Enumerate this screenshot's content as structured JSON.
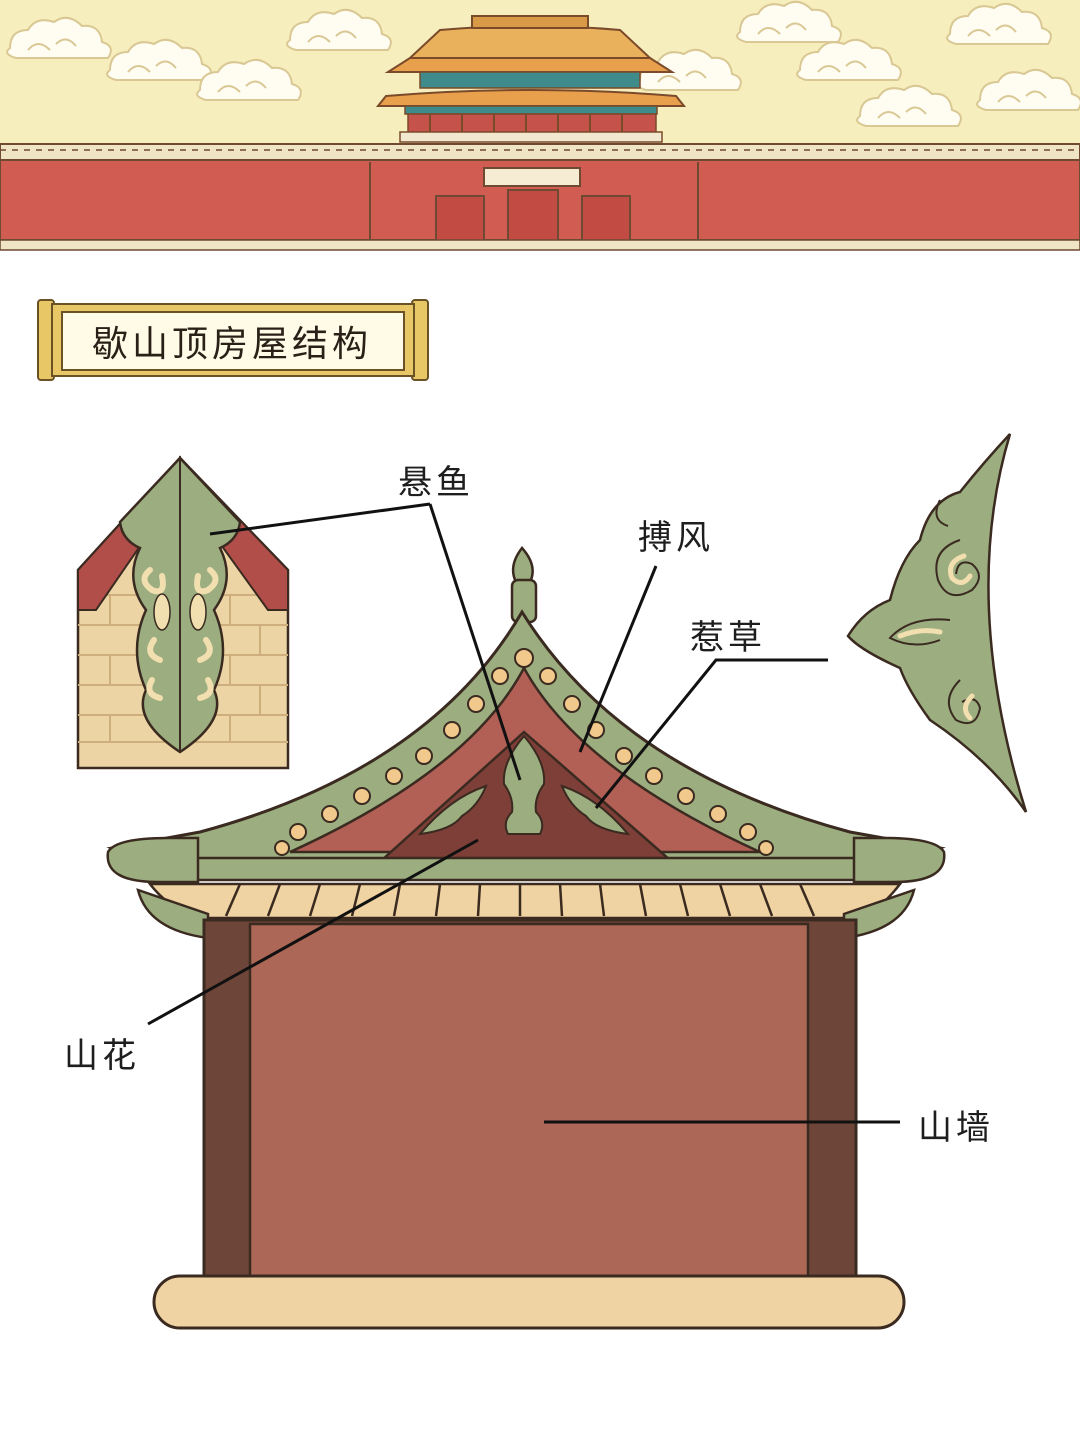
{
  "title": "歇山顶房屋结构",
  "labels": {
    "xuanyu": "悬鱼",
    "bofeng": "搏风",
    "conghcao": "惹草",
    "shanhua": "山花",
    "shanqiang": "山墙"
  },
  "colors": {
    "sky": "#f7eebd",
    "palace_wall": "#d05c52",
    "roof_orange": "#e8a04c",
    "green": "#9cae80",
    "gable_red": "#b25f55",
    "wall_dark": "#6e4539",
    "plinth": "#f0d3a2",
    "bead": "#f2c98d"
  }
}
